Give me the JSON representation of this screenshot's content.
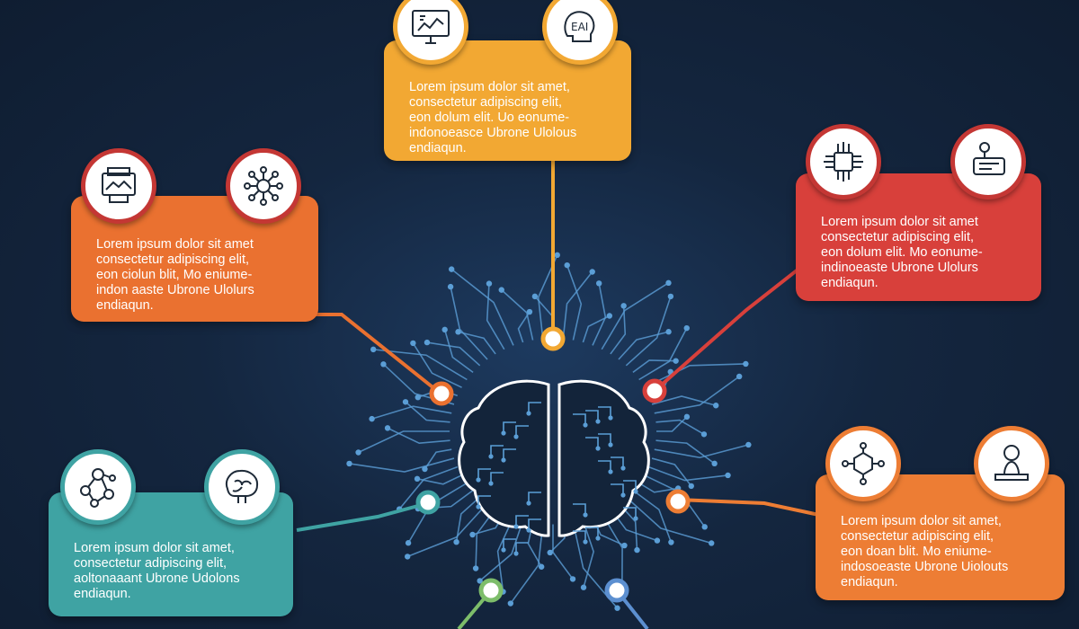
{
  "colors": {
    "background": "#14263f",
    "orange_yellow": "#f2a833",
    "orange": "#ea7130",
    "red": "#d8403b",
    "teal": "#3fa3a3",
    "orange_right": "#ed7d34",
    "circuit": "#5b9ed6",
    "brain_outline": "#ffffff",
    "green_dot": "#7dbd6a",
    "blue_dot": "#5c8fd0"
  },
  "callouts": {
    "top": {
      "text": "Lorem ipsum dolor sit amet,\nconsectetur adipiscing elit,\neon dolum elit.  Uo eonume-\nindonoeasce Ubrone Ulolous\nendiaqun.",
      "icons": [
        "monitor-chart-icon",
        "ai-head-icon"
      ],
      "icon_text": "EAI"
    },
    "upper_left": {
      "text": "Lorem ipsum dolor sit amet\nconsectetur adipiscing elit,\neon ciolun blit,  Mo eniume-\nindon aaste Ubrone Ulolurs\nendiaqun.",
      "icons": [
        "printer-document-icon",
        "network-brain-icon"
      ]
    },
    "upper_right": {
      "text": "Lorem ipsum dolor sit amet\nconsectetur adipiscing elit,\neon dolum elit.  Mo eonume-\nindinoeaste Ubrone Ulolurs\nendiaqun.",
      "icons": [
        "chip-circuit-icon",
        "robot-chat-icon"
      ]
    },
    "lower_left": {
      "text": "Lorem ipsum dolor sit amet,\nconsectetur adipiscing elit,\naoltonaaant Ubrone Udolons\nendiaqun.",
      "icons": [
        "network-nodes-icon",
        "brain-gear-icon"
      ]
    },
    "lower_right": {
      "text": "Lorem ipsum dolor sit amet,\nconsectetur adipiscing elit,\neon doan blit.  Mo eniume-\nindosoeaste Ubrone Uiolouts\nendiaqun.",
      "icons": [
        "hex-network-icon",
        "person-desk-icon"
      ]
    }
  }
}
